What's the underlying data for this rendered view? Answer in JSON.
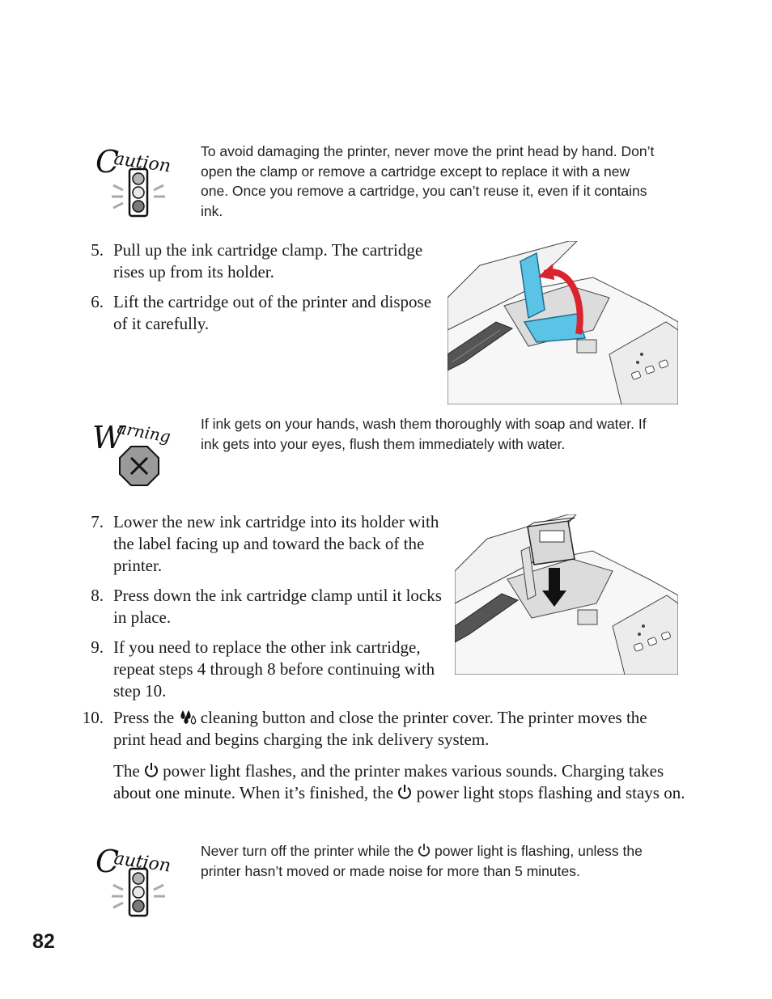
{
  "cautions": [
    {
      "label": "Caution",
      "text": "To avoid damaging the printer, never move the print head by hand. Don’t open the clamp or remove a cartridge except to replace it with a new one. Once you remove a cartridge, you can’t reuse it, even if it contains ink."
    },
    {
      "label": "Caution",
      "text_before": "Never turn off the printer while the",
      "text_after": "power light is flashing, unless the printer hasn’t moved or made noise for more than 5 minutes."
    }
  ],
  "warning": {
    "label": "Warning",
    "text": "If ink gets on your hands, wash them thoroughly with soap and water. If ink gets into your eyes, flush them immediately with water."
  },
  "steps": [
    {
      "num": "5.",
      "text": "Pull up the ink cartridge clamp. The cartridge rises up from its holder."
    },
    {
      "num": "6.",
      "text": "Lift the cartridge out of the printer and dispose of it carefully."
    },
    {
      "num": "7.",
      "text": "Lower the new ink cartridge into its holder with the label facing up and toward the back of the printer."
    },
    {
      "num": "8.",
      "text": "Press down the ink cartridge clamp until it locks in place."
    },
    {
      "num": "9.",
      "text": "If you need to replace the other ink cartridge, repeat steps 4 through 8 before continuing with step 10."
    },
    {
      "num": "10.",
      "text_before": "Press the",
      "text_after": "cleaning button and close the printer cover. The printer moves the print head and begins charging the ink delivery system."
    }
  ],
  "power_paragraph": {
    "part1": "The",
    "part2": "power light flashes, and the printer makes various sounds. Charging takes about one minute. When it’s finished, the",
    "part3": "power light stops flashing and stays on."
  },
  "icons": {
    "caution": "traffic-light-icon",
    "warning": "stop-sign-icon",
    "cleaning": "ink-drop-cleaning-icon",
    "power": "power-icon"
  },
  "colors": {
    "clamp_blue": "#5bc3e6",
    "arrow_red": "#d9232e",
    "icon_gray": "#9a9a9a"
  },
  "page_number": "82"
}
